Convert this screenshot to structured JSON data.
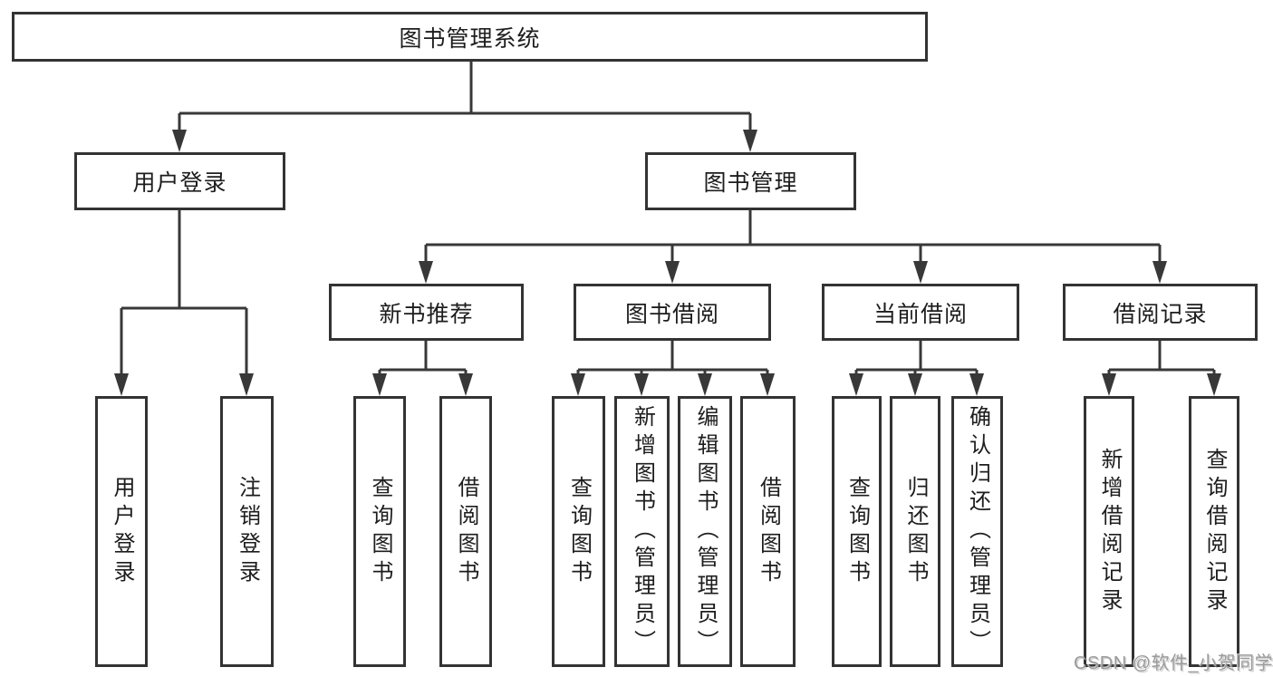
{
  "diagram": {
    "root": {
      "label": "图书管理系统"
    },
    "branches": [
      {
        "label": "用户登录"
      },
      {
        "label": "图书管理"
      }
    ],
    "modules": [
      {
        "label": "新书推荐"
      },
      {
        "label": "图书借阅"
      },
      {
        "label": "当前借阅"
      },
      {
        "label": "借阅记录"
      }
    ],
    "leaves": [
      {
        "label": "用户登录"
      },
      {
        "label": "注销登录"
      },
      {
        "label": "查询图书"
      },
      {
        "label": "借阅图书"
      },
      {
        "label": "查询图书"
      },
      {
        "label": "新增图书（管理员）"
      },
      {
        "label": "编辑图书（管理员）"
      },
      {
        "label": "借阅图书"
      },
      {
        "label": "查询图书"
      },
      {
        "label": "归还图书"
      },
      {
        "label": "确认归还（管理员）"
      },
      {
        "label": "新增借阅记录"
      },
      {
        "label": "查询借阅记录"
      }
    ]
  },
  "watermark": {
    "text": "CSDN @软件_小贺同学"
  },
  "colors": {
    "line_color": "#383838",
    "border_color": "#333333",
    "text_color": "#1d1d1d",
    "watermark_color": "#9b9b9b",
    "background": "#ffffff"
  }
}
